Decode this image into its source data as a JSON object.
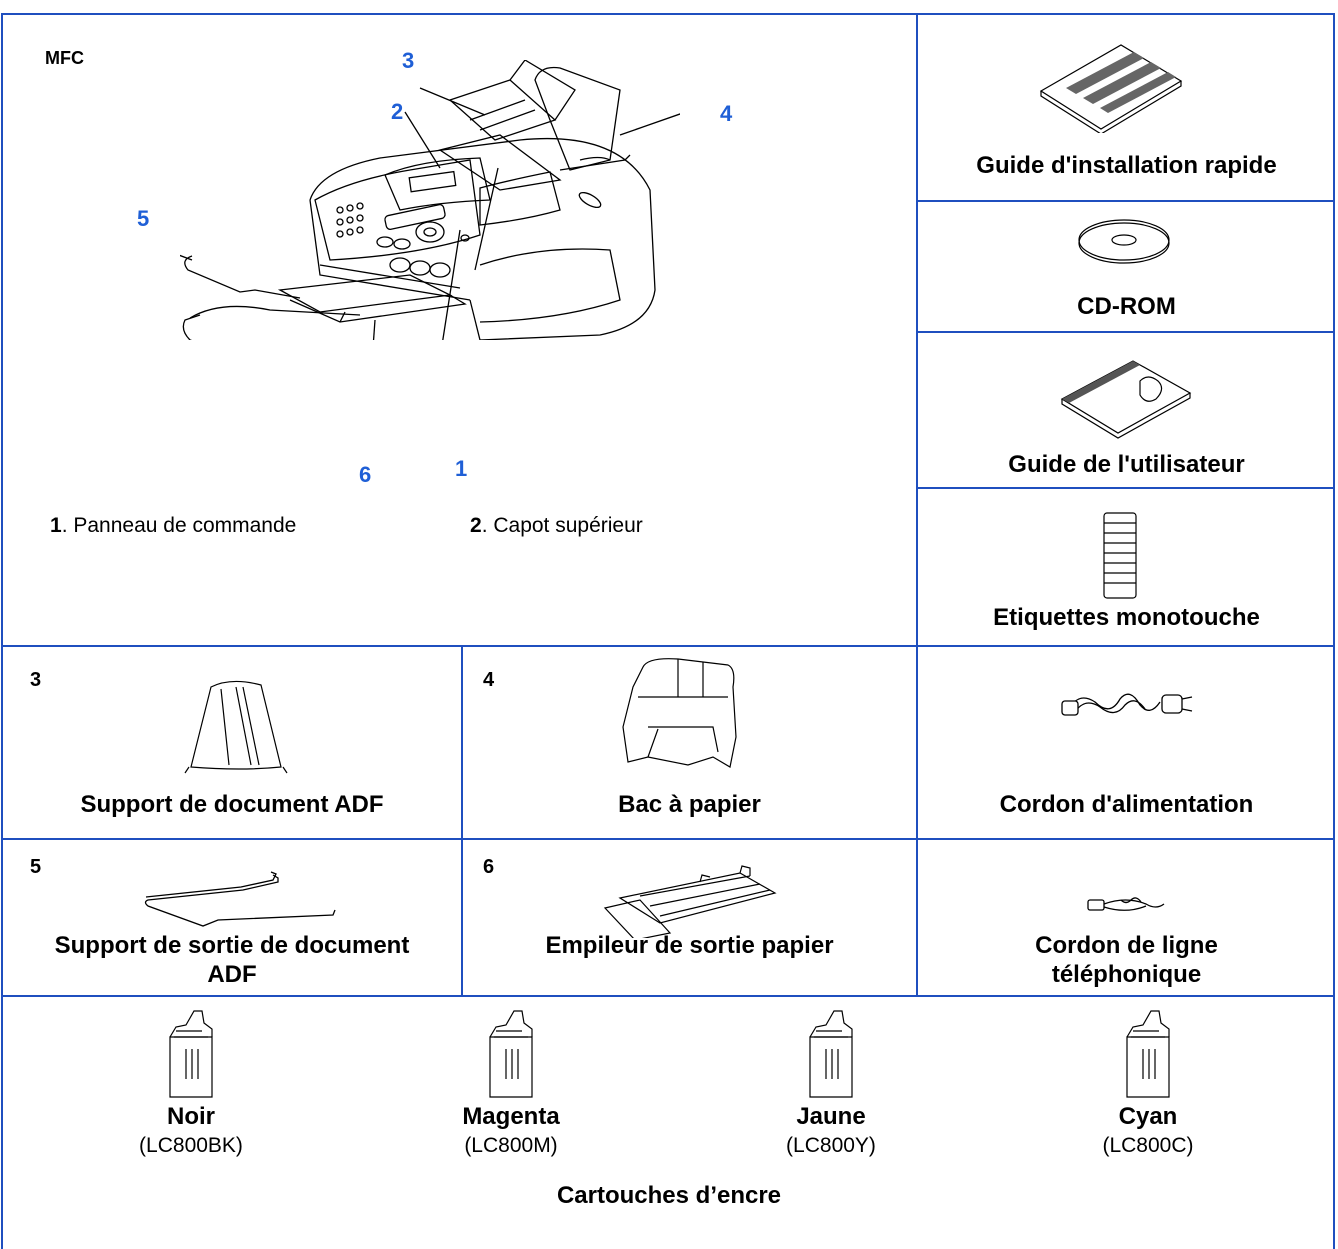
{
  "printer": {
    "model": "MFC",
    "callouts": [
      "1",
      "2",
      "3",
      "4",
      "5",
      "6"
    ],
    "legend": [
      {
        "num": "1",
        "label": ". Panneau de commande"
      },
      {
        "num": "2",
        "label": ". Capot supérieur"
      }
    ]
  },
  "right_items": [
    {
      "label": "Guide d'installation rapide",
      "icon": "booklet-icon"
    },
    {
      "label": "CD-ROM",
      "icon": "cd-icon"
    },
    {
      "label": "Guide de l'utilisateur",
      "icon": "user-guide-icon"
    },
    {
      "label": "Etiquettes monotouche",
      "icon": "label-sheet-icon"
    }
  ],
  "row1": [
    {
      "num": "3",
      "label": "Support de document ADF",
      "icon": "document-support-icon"
    },
    {
      "num": "4",
      "label": "Bac à papier",
      "icon": "paper-tray-icon"
    },
    {
      "num": "",
      "label": "Cordon d'alimentation",
      "icon": "power-cord-icon"
    }
  ],
  "row2": [
    {
      "num": "5",
      "label_line1": "Support de sortie de document",
      "label_line2": "ADF",
      "icon": "output-wire-icon"
    },
    {
      "num": "6",
      "label_line1": "Empileur de sortie papier",
      "label_line2": "",
      "icon": "output-stacker-icon"
    },
    {
      "num": "",
      "label_line1": "Cordon de ligne",
      "label_line2": "téléphonique",
      "icon": "phone-cord-icon"
    }
  ],
  "inks": {
    "items": [
      {
        "name": "Noir",
        "code": "(LC800BK)"
      },
      {
        "name": "Magenta",
        "code": "(LC800M)"
      },
      {
        "name": "Jaune",
        "code": "(LC800Y)"
      },
      {
        "name": "Cyan",
        "code": "(LC800C)"
      }
    ],
    "title": "Cartouches d’encre"
  },
  "colors": {
    "rule": "#1f4fbf",
    "callout": "#1f5fd6"
  }
}
